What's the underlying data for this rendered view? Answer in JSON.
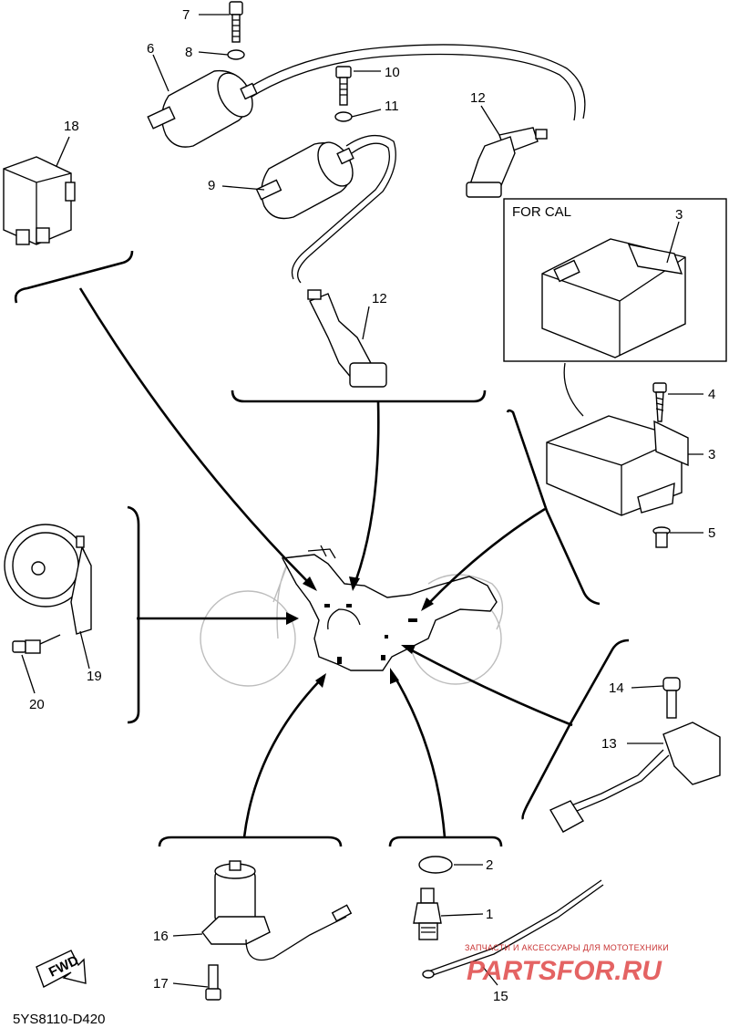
{
  "diagram": {
    "inset_title": "FOR CAL",
    "figure_code": "5YS8110-D420",
    "fwd_label": "FWD",
    "watermark": {
      "tagline": "ЗАПЧАСТИ И АКСЕССУАРЫ ДЛЯ МОТОТЕХНИКИ",
      "brand": "PARTSFOR.RU"
    },
    "callouts": [
      {
        "id": "c7",
        "label": "7"
      },
      {
        "id": "c8",
        "label": "8"
      },
      {
        "id": "c6",
        "label": "6"
      },
      {
        "id": "c10",
        "label": "10"
      },
      {
        "id": "c11",
        "label": "11"
      },
      {
        "id": "c12a",
        "label": "12"
      },
      {
        "id": "c18",
        "label": "18"
      },
      {
        "id": "c9",
        "label": "9"
      },
      {
        "id": "c12b",
        "label": "12"
      },
      {
        "id": "c3a",
        "label": "3"
      },
      {
        "id": "c4",
        "label": "4"
      },
      {
        "id": "c3b",
        "label": "3"
      },
      {
        "id": "c5",
        "label": "5"
      },
      {
        "id": "c19",
        "label": "19"
      },
      {
        "id": "c20",
        "label": "20"
      },
      {
        "id": "c14",
        "label": "14"
      },
      {
        "id": "c13",
        "label": "13"
      },
      {
        "id": "c2",
        "label": "2"
      },
      {
        "id": "c1",
        "label": "1"
      },
      {
        "id": "c16",
        "label": "16"
      },
      {
        "id": "c17",
        "label": "17"
      },
      {
        "id": "c15",
        "label": "15"
      }
    ]
  }
}
